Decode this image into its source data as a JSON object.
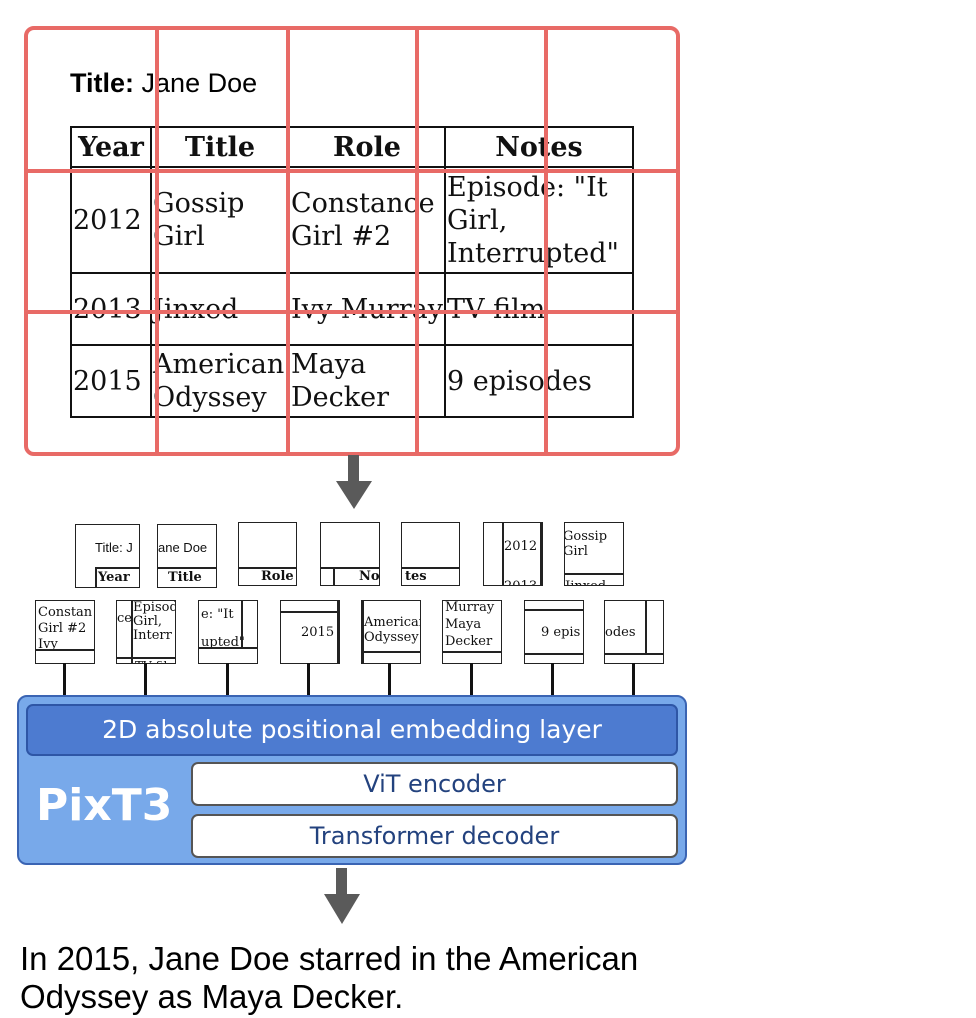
{
  "table_image": {
    "title_label": "Title:",
    "title_value": "Jane Doe",
    "headers": [
      "Year",
      "Title",
      "Role",
      "Notes"
    ],
    "rows": [
      [
        "2012",
        "Gossip Girl",
        "Constance Girl #2",
        "Episode: \"It Girl, Interrupted\""
      ],
      [
        "2013",
        "Jinxed",
        "Ivy Murray",
        "TV film"
      ],
      [
        "2015",
        "American Odyssey",
        "Maya Decker",
        "9 episodes"
      ]
    ]
  },
  "grid_color": "#e86a66",
  "patches": {
    "row1": [
      "Title: J",
      "ane Doe",
      "",
      "",
      "",
      "2012",
      "Gossip Girl"
    ],
    "row2": [
      "Constan Girl #2 Ivy",
      "ce Episode Girl, Interr",
      "e: \"It upted\"",
      "2015",
      "American Odyssey",
      "Murray Maya Decker",
      "9 epis",
      "odes"
    ]
  },
  "model": {
    "name": "PixT3",
    "embedding_layer": "2D absolute positional embedding layer",
    "encoder": "ViT encoder",
    "decoder": "Transformer decoder",
    "box_color": "#78a9ea",
    "embedding_color": "#4d7bd0"
  },
  "output_text": "In 2015, Jane Doe starred in the American Odyssey as Maya Decker."
}
